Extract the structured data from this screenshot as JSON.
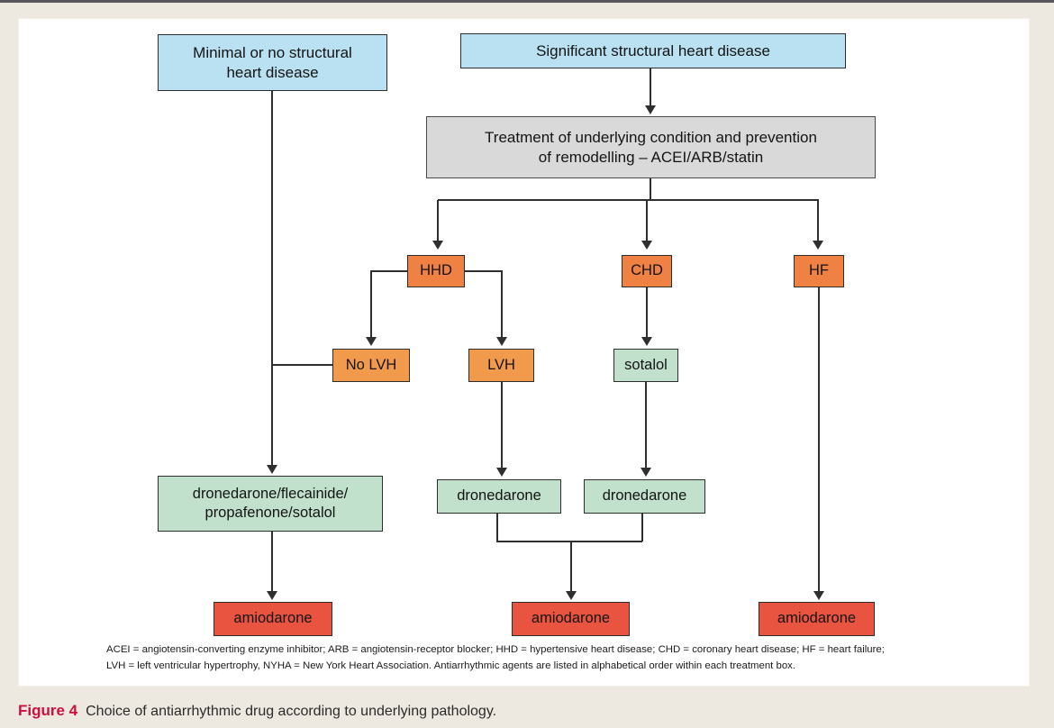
{
  "caption": {
    "label": "Figure 4",
    "text": "Choice of antiarrhythmic drug according to underlying pathology."
  },
  "footnote": {
    "line1": "ACEI = angiotensin-converting enzyme inhibitor; ARB = angiotensin-receptor blocker; HHD = hypertensive heart disease; CHD = coronary heart disease; HF = heart failure;",
    "line2": "LVH = left ventricular hypertrophy, NYHA = New York Heart Association. Antiarrhythmic agents are listed in alphabetical order within each treatment box."
  },
  "colors": {
    "frame_background": "#EDE9E0",
    "top_rule": "#54565B",
    "panel": "#FFFFFF",
    "pathway_blue": "#B9E1F2",
    "treatment_gray": "#D9D9D9",
    "disease_orange": "#EF8142",
    "lvh_orange": "#F29A4B",
    "drug_green": "#C2E1CC",
    "amiodarone_red": "#E95440",
    "connector_line": "#2F2F2F",
    "caption_red": "#CE0E3C"
  },
  "flowchart": {
    "nodes": {
      "minimal": {
        "line1": "Minimal or no structural",
        "line2": "heart disease"
      },
      "significant": {
        "label": "Significant structural heart disease"
      },
      "treatment": {
        "line1": "Treatment of underlying condition and prevention",
        "line2": "of remodelling – ACEI/ARB/statin"
      },
      "hhd": {
        "label": "HHD"
      },
      "chd": {
        "label": "CHD"
      },
      "hf": {
        "label": "HF"
      },
      "no_lvh": {
        "label": "No LVH"
      },
      "lvh": {
        "label": "LVH"
      },
      "sotalol": {
        "label": "sotalol"
      },
      "first_line_left": {
        "line1": "dronedarone/flecainide/",
        "line2": "propafenone/sotalol"
      },
      "dronedarone_lvh": {
        "label": "dronedarone"
      },
      "dronedarone_chd": {
        "label": "dronedarone"
      },
      "amiodarone_left": {
        "label": "amiodarone"
      },
      "amiodarone_mid": {
        "label": "amiodarone"
      },
      "amiodarone_hf": {
        "label": "amiodarone"
      }
    },
    "edges": [
      "minimal -> first_line_left",
      "minimal -> no_lvh",
      "significant -> treatment",
      "treatment -> hhd",
      "treatment -> chd",
      "treatment -> hf",
      "hhd -> no_lvh",
      "hhd -> lvh",
      "chd -> sotalol",
      "lvh -> dronedarone_lvh",
      "sotalol -> dronedarone_chd",
      "first_line_left -> amiodarone_left",
      "dronedarone_lvh + dronedarone_chd -> amiodarone_mid",
      "hf -> amiodarone_hf"
    ]
  }
}
